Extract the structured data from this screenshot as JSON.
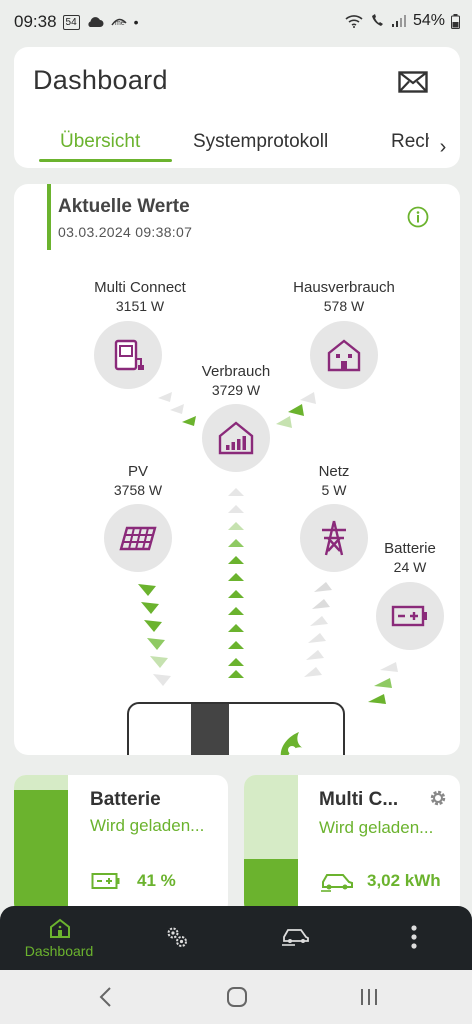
{
  "status_bar": {
    "time": "09:38",
    "badge": "54",
    "battery_pct": "54%"
  },
  "header": {
    "title": "Dashboard",
    "tabs": [
      "Übersicht",
      "Systemprotokoll",
      "Rech"
    ],
    "active_tab": 0
  },
  "flow": {
    "title": "Aktuelle Werte",
    "timestamp": "03.03.2024 09:38:07",
    "nodes": {
      "multi_connect": {
        "name": "Multi Connect",
        "value": "3151 W"
      },
      "hausverbrauch": {
        "name": "Hausverbrauch",
        "value": "578 W"
      },
      "verbrauch": {
        "name": "Verbrauch",
        "value": "3729 W"
      },
      "pv": {
        "name": "PV",
        "value": "3758 W"
      },
      "netz": {
        "name": "Netz",
        "value": "5 W"
      },
      "batterie": {
        "name": "Batterie",
        "value": "24 W"
      }
    }
  },
  "cards": {
    "battery": {
      "title": "Batterie",
      "status": "Wird geladen...",
      "value": "41 %",
      "level": 0.89
    },
    "multi_connect": {
      "title": "Multi C...",
      "status": "Wird geladen...",
      "value": "3,02 kWh",
      "level": 0.4
    }
  },
  "bottom_nav": {
    "items": [
      {
        "label": "Dashboard",
        "icon": "house-icon",
        "active": true
      },
      {
        "label": "",
        "icon": "gears-icon",
        "active": false
      },
      {
        "label": "",
        "icon": "car-charging-icon",
        "active": false
      },
      {
        "label": "",
        "icon": "more-vert-icon",
        "active": false
      }
    ]
  },
  "colors": {
    "accent_green": "#6bb32e",
    "light_green": "#d6ebc6",
    "icon_purple": "#8a2a7a",
    "nav_bg": "#1f2326"
  }
}
